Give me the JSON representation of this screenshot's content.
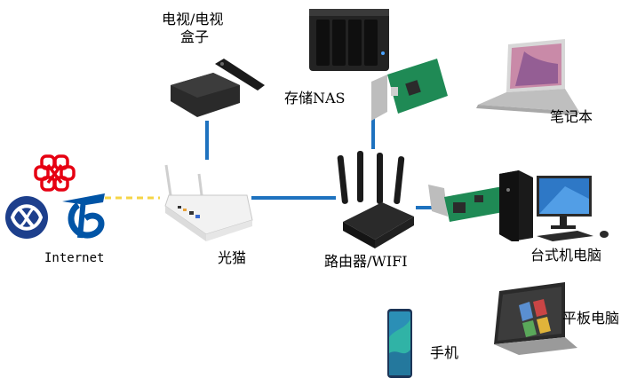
{
  "labels": {
    "internet": "Internet",
    "modem": "光猫",
    "router": "路由器/WIFI",
    "tv_box_line1": "电视/电视",
    "tv_box_line2": "盒子",
    "nas": "存储NAS",
    "laptop": "笔记本",
    "desktop": "台式机电脑",
    "tablet": "平板电脑",
    "phone": "手机"
  },
  "colors": {
    "wired_link": "#1e72bf",
    "isp_link_dashed": "#f5d547",
    "china_unicom": "#e60012",
    "china_mobile": "#1d3f8c",
    "china_telecom": "#0054a6",
    "router_body": "#1a1a1a",
    "nic_board": "#1f8a55"
  },
  "icons": {
    "isp_logos": "isp-logos-icon",
    "modem": "fiber-modem-icon",
    "router": "wifi-router-icon",
    "tv_box": "tv-box-icon",
    "nas": "nas-icon",
    "laptop": "laptop-icon",
    "desktop": "desktop-pc-icon",
    "tablet": "tablet-icon",
    "phone": "smartphone-icon",
    "network_card": "network-card-icon"
  }
}
